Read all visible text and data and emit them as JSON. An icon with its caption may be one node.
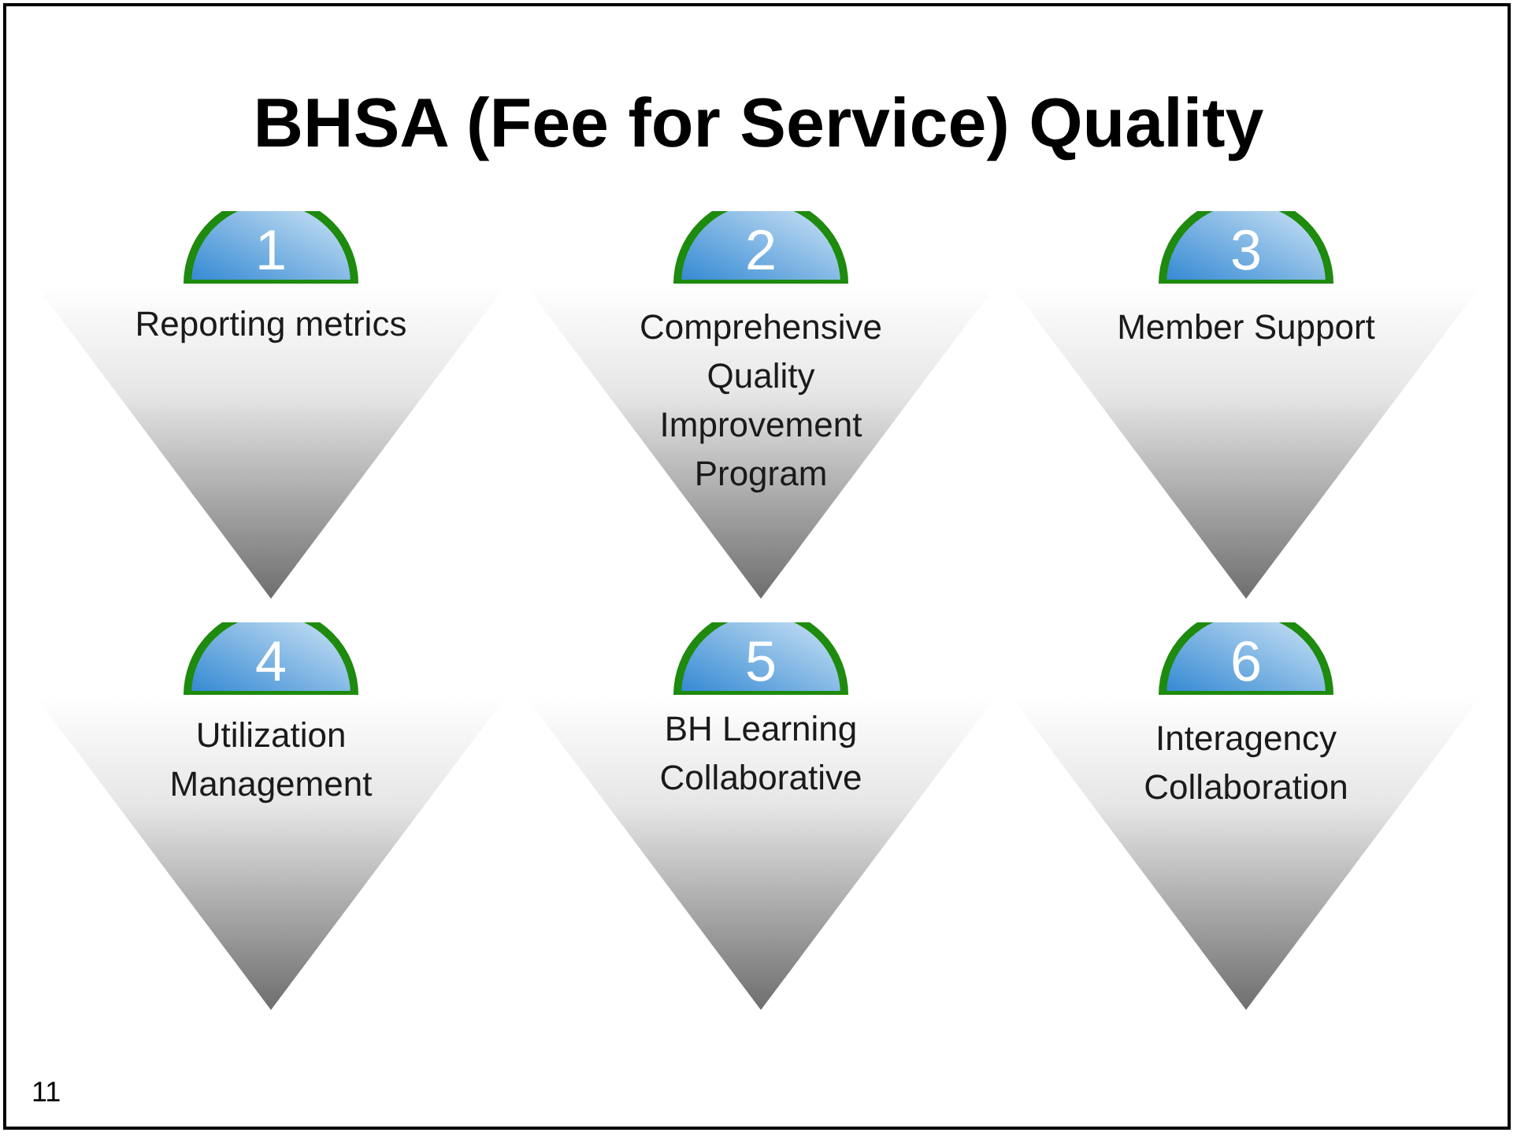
{
  "diagram": {
    "title": "BHSA (Fee for Service) Quality",
    "nodes": [
      {
        "text": [
          "1"
        ]
      },
      {
        "text": [
          "Reporting metrics"
        ]
      },
      {
        "text": [
          "2"
        ]
      },
      {
        "text": [
          "Comprehensive Quality Improvement Program"
        ]
      },
      {
        "text": [
          "3"
        ]
      },
      {
        "text": [
          "Member Support"
        ]
      },
      {
        "text": [
          "4"
        ]
      },
      {
        "text": [
          "Utilization Management"
        ]
      },
      {
        "text": [
          "5"
        ]
      },
      {
        "text": [
          "BH Learning Collaborative"
        ]
      },
      {
        "text": [
          "6"
        ]
      },
      {
        "text": [
          "Interagency Collaboration"
        ]
      }
    ],
    "labels": [
      "11"
    ]
  }
}
